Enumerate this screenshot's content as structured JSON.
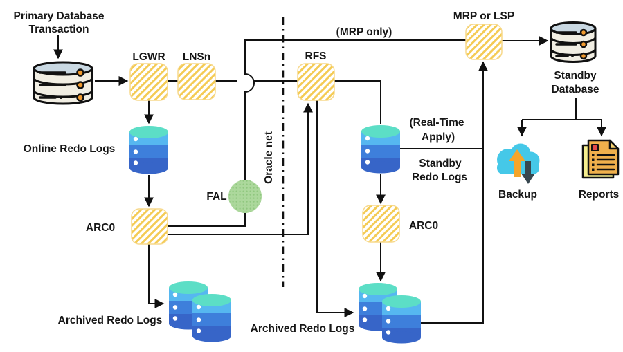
{
  "labels": {
    "primary_db_transaction_1": "Primary Database",
    "primary_db_transaction_2": "Transaction",
    "lgwr": "LGWR",
    "lnsn": "LNSn",
    "online_redo_logs": "Online Redo Logs",
    "arc0_primary": "ARC0",
    "fal": "FAL",
    "archived_redo_logs_primary": "Archived Redo Logs",
    "oracle_net": "Oracle net",
    "rfs": "RFS",
    "mrp_only": "(MRP only)",
    "mrp_or_lsp": "MRP or LSP",
    "standby_database_1": "Standby",
    "standby_database_2": "Database",
    "real_time_apply_1": "(Real-Time",
    "real_time_apply_2": "Apply)",
    "standby_redo_logs_1": "Standby",
    "standby_redo_logs_2": "Redo Logs",
    "arc0_standby": "ARC0",
    "archived_redo_logs_standby": "Archived Redo Logs",
    "backup": "Backup",
    "reports": "Reports"
  },
  "colors": {
    "line": "#111111",
    "process_box_stripe": "#F4CB55",
    "process_box_edge": "#F7D98C",
    "fal_fill": "#ACD89C",
    "fal_dot": "#8FC77E",
    "cylinder_top": "#5CDEC6",
    "cylinder_band_light": "#56B7F0",
    "cylinder_band_mid": "#3E7FDB",
    "cylinder_band_dark": "#3765C8",
    "db_body": "#F1EEE3",
    "db_top": "#C9D8E2",
    "db_dot": "#F09A2E",
    "cloud": "#45C8E8",
    "cloud_arrow_up": "#F5A52A",
    "cloud_arrow_down": "#37474F",
    "report_front": "#F0B04C",
    "report_fold": "#F7D271",
    "report_back": "#F5EE8E",
    "report_mark": "#DF4A4A"
  },
  "edges": [
    {
      "from": "Primary Database Transaction",
      "to": "Primary Database"
    },
    {
      "from": "Primary Database",
      "to": "LGWR"
    },
    {
      "from": "LGWR",
      "to": "LNSn"
    },
    {
      "from": "LGWR",
      "to": "Online Redo Logs"
    },
    {
      "from": "LNSn",
      "to": "RFS",
      "via": "Oracle net"
    },
    {
      "from": "Online Redo Logs",
      "to": "ARC0 (primary)"
    },
    {
      "from": "ARC0 (primary)",
      "to": "Archived Redo Logs (primary)"
    },
    {
      "from": "ARC0 (primary)",
      "to": "MRP or LSP",
      "via": "FAL",
      "label": "(MRP only)"
    },
    {
      "from": "ARC0 (primary)",
      "to": "RFS",
      "via": "Oracle net"
    },
    {
      "from": "RFS",
      "to": "Standby Redo Logs"
    },
    {
      "from": "RFS",
      "to": "Archived Redo Logs (standby)"
    },
    {
      "from": "Standby Redo Logs",
      "to": "MRP or LSP",
      "label": "(Real-Time Apply)"
    },
    {
      "from": "Standby Redo Logs",
      "to": "ARC0 (standby)"
    },
    {
      "from": "ARC0 (standby)",
      "to": "Archived Redo Logs (standby)"
    },
    {
      "from": "Archived Redo Logs (standby)",
      "to": "MRP or LSP"
    },
    {
      "from": "MRP or LSP",
      "to": "Standby Database"
    },
    {
      "from": "Standby Database",
      "to": "Backup"
    },
    {
      "from": "Standby Database",
      "to": "Reports"
    }
  ]
}
